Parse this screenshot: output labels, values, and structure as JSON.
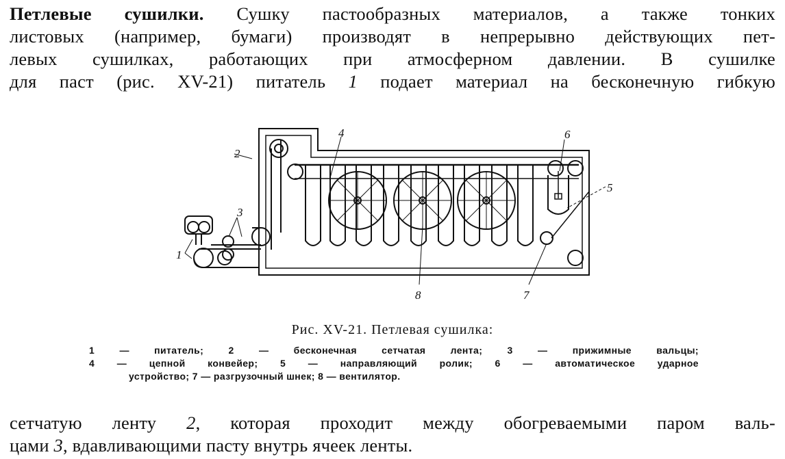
{
  "paragraph1": {
    "heading": "Петлевые сушилки.",
    "line1_rest": " Сушку пастообразных материалов, а также тонких",
    "line2": "листовых (например, бумаги) производят в непрерывно действующих пет-",
    "line3": "левых сушилках, работающих при атмосферном давлении. В сушилке",
    "line4_a": "для паст (рис. XV-21) питатель ",
    "line4_num": "1",
    "line4_b": " подает материал на бесконечную гибкую"
  },
  "figure": {
    "labels": [
      "1",
      "2",
      "3",
      "4",
      "5",
      "6",
      "7",
      "8"
    ],
    "caption_title": "Рис. XV-21. Петлевая сушилка:",
    "legend_lines": [
      "1 — питатель; 2 — бесконечная сетчатая лента; 3 — прижимные вальцы;",
      "4 — цепной конвейер; 5 — направляющий ролик; 6 — автоматическое ударное",
      "устройство; 7 — разгрузочный шнек; 8 — вентилятор."
    ]
  },
  "paragraph2": {
    "line1_a": "сетчатую ленту ",
    "line1_num": "2",
    "line1_b": ", которая проходит между обогреваемыми паром валь-",
    "line2_a": "цами ",
    "line2_num": "3",
    "line2_b": ", вдавливающими пасту внутрь ячеек ленты."
  }
}
